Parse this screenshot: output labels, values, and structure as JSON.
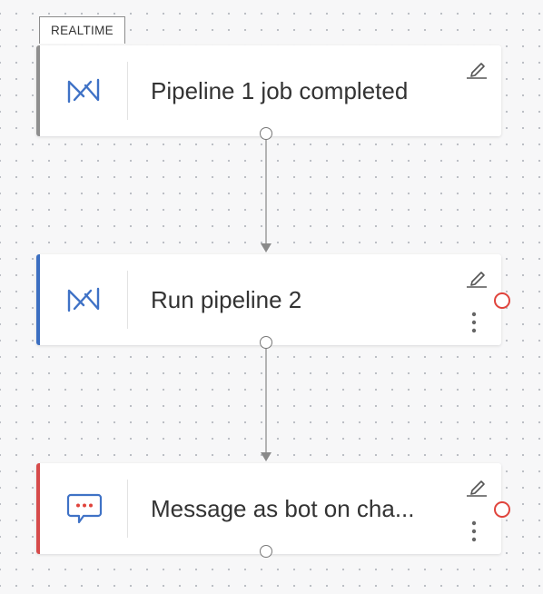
{
  "trigger": {
    "tag_label": "REALTIME",
    "title": "Pipeline 1 job completed",
    "icon": "pipeline-icon"
  },
  "steps": [
    {
      "title": "Run pipeline 2",
      "icon": "pipeline-icon",
      "accent": "#3c6fc1"
    },
    {
      "title": "Message as bot on cha...",
      "icon": "chat-message-icon",
      "accent": "#d64b4b"
    }
  ],
  "colors": {
    "trigger_accent": "#8f8f8f",
    "icon_blue": "#3f72c6",
    "chat_red": "#e0443c",
    "error_port": "#e0443c"
  }
}
